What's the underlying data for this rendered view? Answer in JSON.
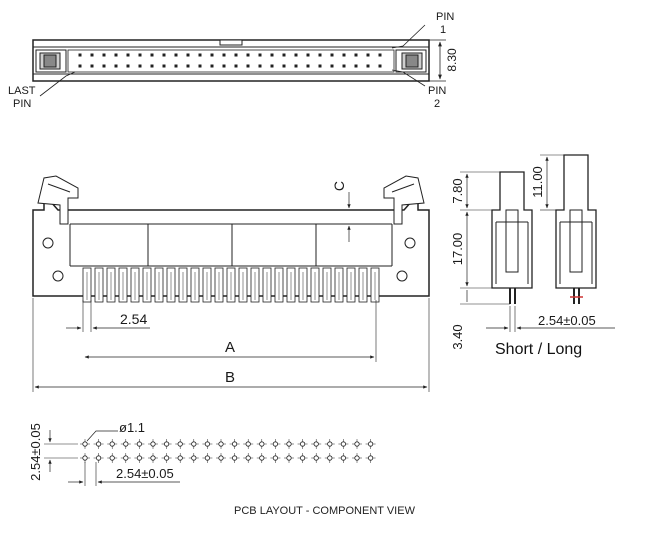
{
  "top_view": {
    "pin1_line1": "PIN",
    "pin1_line2": "1",
    "pin2_line1": "PIN",
    "pin2_line2": "2",
    "last_line1": "LAST",
    "last_line2": "PIN",
    "dim_height": "8.30"
  },
  "front_view": {
    "dim_pitch": "2.54",
    "dim_A": "A",
    "dim_B": "B",
    "dim_C": "C"
  },
  "side_view": {
    "dim_upper": "7.80",
    "dim_body": "17.00",
    "dim_pin": "3.40",
    "dim_long_upper": "11.00",
    "dim_pitch": "2.54±0.05",
    "caption": "Short / Long"
  },
  "pcb_layout": {
    "hole_dia": "ø1.1",
    "row_pitch": "2.54±0.05",
    "col_pitch": "2.54±0.05",
    "caption": "PCB LAYOUT - COMPONENT VIEW"
  }
}
